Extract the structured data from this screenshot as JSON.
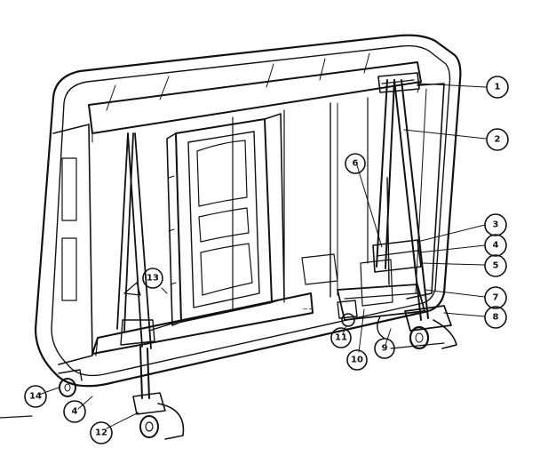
{
  "callouts": [
    {
      "id": "c1",
      "label": "1"
    },
    {
      "id": "c2",
      "label": "2"
    },
    {
      "id": "c3",
      "label": "3"
    },
    {
      "id": "c4a",
      "label": "4"
    },
    {
      "id": "c5",
      "label": "5"
    },
    {
      "id": "c6",
      "label": "6"
    },
    {
      "id": "c7",
      "label": "7"
    },
    {
      "id": "c8",
      "label": "8"
    },
    {
      "id": "c9",
      "label": "9"
    },
    {
      "id": "c10",
      "label": "10"
    },
    {
      "id": "c11",
      "label": "11"
    },
    {
      "id": "c12",
      "label": "12"
    },
    {
      "id": "c13",
      "label": "13"
    },
    {
      "id": "c14",
      "label": "14"
    },
    {
      "id": "c4b",
      "label": "4"
    }
  ]
}
